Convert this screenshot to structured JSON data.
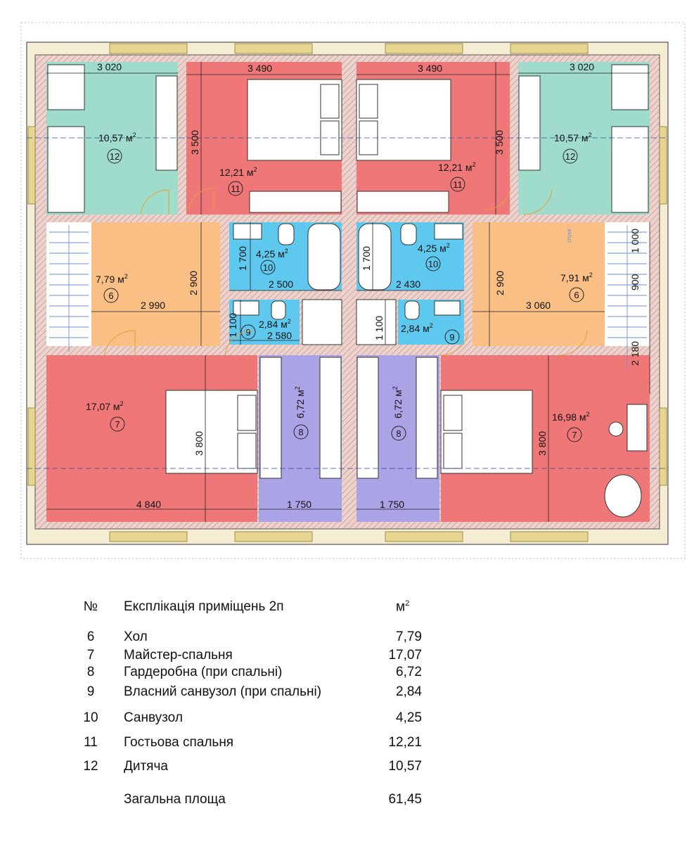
{
  "plan": {
    "rooms": [
      {
        "id": "r12-left",
        "no": "12",
        "area": "10,57 м",
        "color": "#9fdccb"
      },
      {
        "id": "r11-left",
        "no": "11",
        "area": "12,21 м",
        "color": "#f07778"
      },
      {
        "id": "r11-right",
        "no": "11",
        "area": "12,21 м",
        "color": "#f07778"
      },
      {
        "id": "r12-right",
        "no": "12",
        "area": "10,57 м",
        "color": "#9fdccb"
      },
      {
        "id": "r6-left",
        "no": "6",
        "area": "7,79 м",
        "color": "#f9bf85"
      },
      {
        "id": "r10-left",
        "no": "10",
        "area": "4,25 м",
        "color": "#5fc8ee"
      },
      {
        "id": "r10-right",
        "no": "10",
        "area": "4,25 м",
        "color": "#5fc8ee"
      },
      {
        "id": "r6-right",
        "no": "6",
        "area": "7,91 м",
        "color": "#f9bf85"
      },
      {
        "id": "r9-left",
        "no": "9",
        "area": "2,84 м",
        "color": "#5fc8ee"
      },
      {
        "id": "r9-right",
        "no": "9",
        "area": "2,84 м",
        "color": "#5fc8ee"
      },
      {
        "id": "r7-left",
        "no": "7",
        "area": "17,07 м",
        "color": "#f07778"
      },
      {
        "id": "r8-left",
        "no": "8",
        "area": "6,72 м",
        "color": "#aaa3e6"
      },
      {
        "id": "r8-right",
        "no": "8",
        "area": "6,72 м",
        "color": "#aaa3e6"
      },
      {
        "id": "r7-right",
        "no": "7",
        "area": "16,98 м",
        "color": "#f07778"
      }
    ],
    "area_sup": "2",
    "dimensions": [
      "3 020",
      "3 490",
      "3 490",
      "3 020",
      "3 500",
      "3 500",
      "1 700",
      "1 700",
      "2 500",
      "2 430",
      "2 900",
      "2 900",
      "2 990",
      "3 060",
      "1 100",
      "1 100",
      "2 580",
      "1 000",
      "900",
      "2 180",
      "3 800",
      "3 800",
      "4 840",
      "1 750",
      "1 750"
    ],
    "stair_note": "спуск"
  },
  "legend": {
    "header": {
      "no": "№",
      "title": "Експлікація приміщень 2п",
      "unit": "м",
      "unit_sup": "2"
    },
    "rows": [
      {
        "no": "6",
        "name": "Хол",
        "value": "7,79"
      },
      {
        "no": "7",
        "name": "Майстер-спальня",
        "value": "17,07"
      },
      {
        "no": "8",
        "name": "Гардеробна (при спальні)",
        "value": "6,72"
      },
      {
        "no": "9",
        "name": "Власний санвузол (при спальні)",
        "value": "2,84"
      },
      {
        "no": "10",
        "name": "Санвузол",
        "value": "4,25"
      },
      {
        "no": "11",
        "name": "Гостьова спальня",
        "value": "12,21"
      },
      {
        "no": "12",
        "name": "Дитяча",
        "value": "10,57"
      }
    ],
    "total": {
      "name": "Загальна площа",
      "value": "61,45"
    }
  },
  "colors": {
    "wall": "#e8c9c4",
    "wall_hatch": "#d9a79f",
    "facade": "#f3e6c4",
    "window": "#e7d68f",
    "stairs": "#6f8fd4",
    "dim_line": "#222222"
  }
}
